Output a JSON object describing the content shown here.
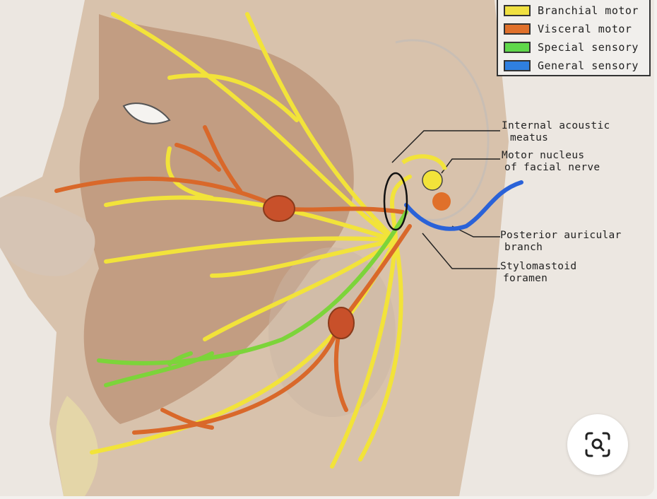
{
  "legend": {
    "items": [
      {
        "label": "Branchial motor",
        "color": "#f0e040"
      },
      {
        "label": "Visceral motor",
        "color": "#e0702a"
      },
      {
        "label": "Special sensory",
        "color": "#5fd84a"
      },
      {
        "label": "General sensory",
        "color": "#2f7fe0"
      }
    ]
  },
  "labels": {
    "internal_acoustic": [
      "Internal acoustic",
      "meatus"
    ],
    "motor_nucleus": [
      "Motor nucleus",
      "of facial nerve"
    ],
    "posterior_auricular": [
      "Posterior auricular",
      "branch"
    ],
    "stylomastoid": [
      "Stylomastoid",
      "foramen"
    ]
  },
  "nerve_colors": {
    "branchial": "#f2e33a",
    "visceral": "#d9682a",
    "special": "#7cd43a",
    "general": "#2a62d8"
  },
  "lens_button": {
    "icon": "visual-search-icon"
  }
}
